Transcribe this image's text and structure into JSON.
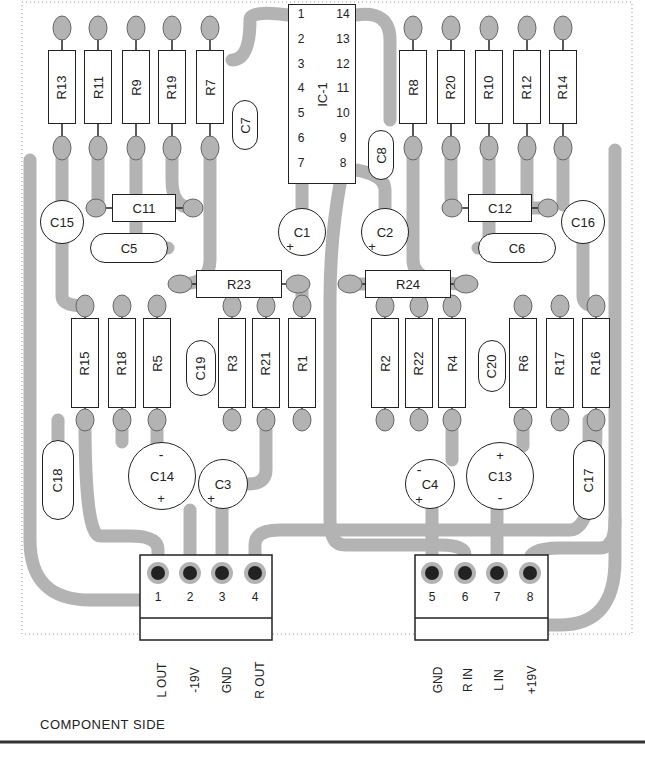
{
  "diagram": {
    "caption": "COMPONENT SIDE",
    "nodes": [
      {
        "text": [
          "R13"
        ]
      },
      {
        "text": [
          "R11"
        ]
      },
      {
        "text": [
          "R9"
        ]
      },
      {
        "text": [
          "R19"
        ]
      },
      {
        "text": [
          "R7"
        ]
      },
      {
        "text": [
          "C7"
        ]
      },
      {
        "text": [
          "IC-1"
        ]
      },
      {
        "text": [
          "R8"
        ]
      },
      {
        "text": [
          "R20"
        ]
      },
      {
        "text": [
          "R10"
        ]
      },
      {
        "text": [
          "R12"
        ]
      },
      {
        "text": [
          "R14"
        ]
      },
      {
        "text": [
          "C8"
        ]
      },
      {
        "text": [
          "C15"
        ]
      },
      {
        "text": [
          "C11"
        ]
      },
      {
        "text": [
          "C5"
        ]
      },
      {
        "text": [
          "C1"
        ]
      },
      {
        "text": [
          "C2"
        ]
      },
      {
        "text": [
          "C12"
        ]
      },
      {
        "text": [
          "C6"
        ]
      },
      {
        "text": [
          "C16"
        ]
      },
      {
        "text": [
          "R23"
        ]
      },
      {
        "text": [
          "R24"
        ]
      },
      {
        "text": [
          "R15"
        ]
      },
      {
        "text": [
          "R18"
        ]
      },
      {
        "text": [
          "R5"
        ]
      },
      {
        "text": [
          "C19"
        ]
      },
      {
        "text": [
          "R3"
        ]
      },
      {
        "text": [
          "R21"
        ]
      },
      {
        "text": [
          "R1"
        ]
      },
      {
        "text": [
          "R2"
        ]
      },
      {
        "text": [
          "R22"
        ]
      },
      {
        "text": [
          "R4"
        ]
      },
      {
        "text": [
          "C20"
        ]
      },
      {
        "text": [
          "R6"
        ]
      },
      {
        "text": [
          "R17"
        ]
      },
      {
        "text": [
          "R16"
        ]
      },
      {
        "text": [
          "C18"
        ]
      },
      {
        "text": [
          "C14"
        ]
      },
      {
        "text": [
          "C3"
        ]
      },
      {
        "text": [
          "C4"
        ]
      },
      {
        "text": [
          "C13"
        ]
      },
      {
        "text": [
          "C17"
        ]
      }
    ],
    "labels": [
      "1",
      "14",
      "2",
      "13",
      "3",
      "12",
      "4",
      "11",
      "5",
      "10",
      "6",
      "9",
      "7",
      "8",
      "+",
      "+",
      "-",
      "+",
      "+",
      "-",
      "+",
      "+",
      "-",
      "1",
      "2",
      "3",
      "4",
      "5",
      "6",
      "7",
      "8",
      "L OUT",
      "-19V",
      "GND",
      "R OUT",
      "GND",
      "R IN",
      "L IN",
      "+19V"
    ]
  }
}
